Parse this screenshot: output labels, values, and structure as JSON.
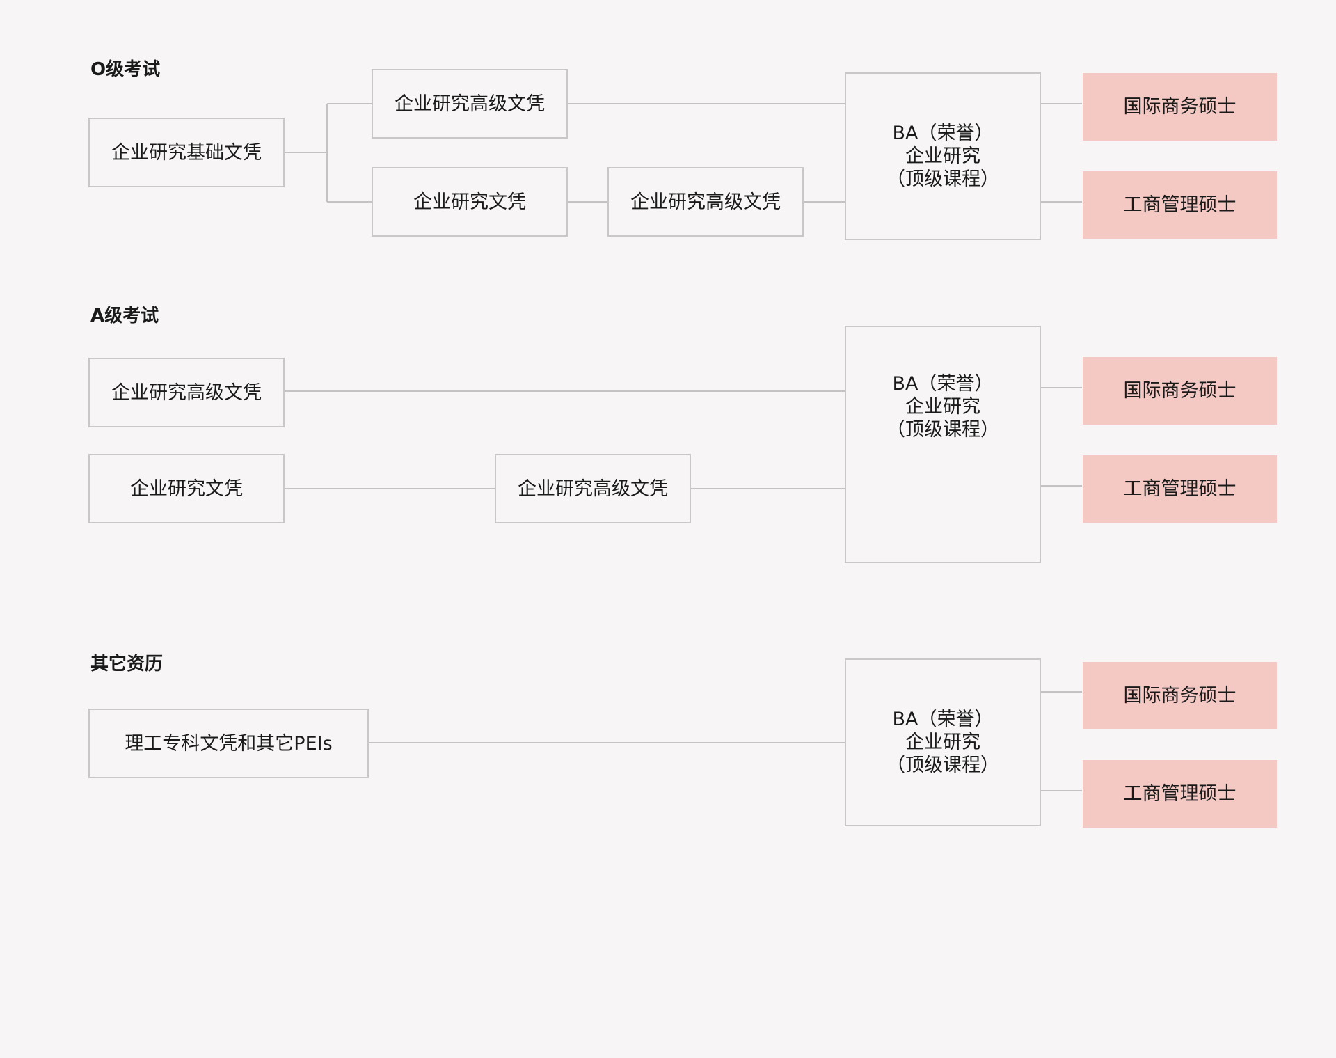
{
  "sections": [
    {
      "heading": "O级考试",
      "nodes": {
        "basic": "企业研究基础文凭",
        "advanced_top": "企业研究高级文凭",
        "diploma": "企业研究文凭",
        "advanced_mid": "企业研究高级文凭",
        "ba": [
          "BA（荣誉）",
          "企业研究",
          "（顶级课程）"
        ],
        "out1": "国际商务硕士",
        "out2": "工商管理硕士"
      }
    },
    {
      "heading": "A级考试",
      "nodes": {
        "advanced": "企业研究高级文凭",
        "diploma": "企业研究文凭",
        "advanced_mid": "企业研究高级文凭",
        "ba": [
          "BA（荣誉）",
          "企业研究",
          "（顶级课程）"
        ],
        "out1": "国际商务硕士",
        "out2": "工商管理硕士"
      }
    },
    {
      "heading": "其它资历",
      "nodes": {
        "other": "理工专科文凭和其它PEIs",
        "ba": [
          "BA（荣誉）",
          "企业研究",
          "（顶级课程）"
        ],
        "out1": "国际商务硕士",
        "out2": "工商管理硕士"
      }
    }
  ],
  "colors": {
    "outcome_fill": "#f4c9c4",
    "border": "#c9c7c8",
    "connector": "#c4c2c3",
    "background": "#f7f5f6"
  }
}
